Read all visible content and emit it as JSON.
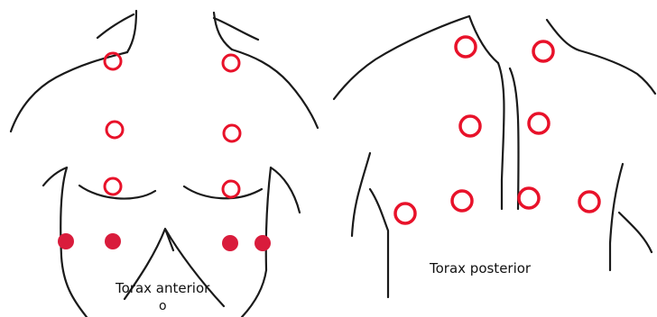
{
  "diagram": {
    "anterior": {
      "caption": "Torax anterior",
      "caption_tail": "o",
      "markers": [
        {
          "kind": "ring"
        },
        {
          "kind": "ring"
        },
        {
          "kind": "ring"
        },
        {
          "kind": "ring"
        },
        {
          "kind": "ring"
        },
        {
          "kind": "ring"
        },
        {
          "kind": "dot"
        },
        {
          "kind": "dot"
        },
        {
          "kind": "dot"
        },
        {
          "kind": "dot"
        }
      ]
    },
    "posterior": {
      "caption": "Torax posterior",
      "markers": [
        {
          "kind": "ring"
        },
        {
          "kind": "ring"
        },
        {
          "kind": "ring"
        },
        {
          "kind": "ring"
        },
        {
          "kind": "ring"
        },
        {
          "kind": "ring"
        },
        {
          "kind": "ring"
        },
        {
          "kind": "ring"
        }
      ]
    }
  },
  "colors": {
    "marker": "#e8122a",
    "dot": "#d91c3c",
    "outline": "#1a1a1a"
  }
}
